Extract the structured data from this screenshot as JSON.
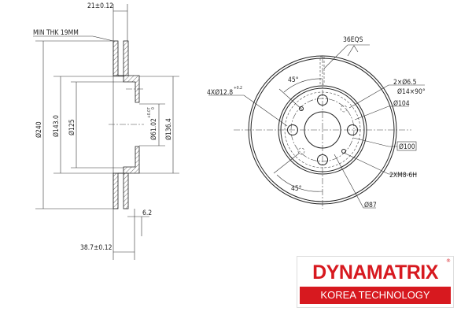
{
  "side_view": {
    "thickness": "21±0.12",
    "min_thickness": "MIN THK 19MM",
    "outer_diameter": "Ø240",
    "d143": "Ø143.0",
    "d125": "Ø125",
    "center_bore": "Ø61.02",
    "center_bore_tol": "+0.07",
    "center_bore_tol2": "0",
    "hat_diameter": "Ø136.4",
    "hat_thickness": "6.2",
    "overall_height": "38.7±0.12"
  },
  "front_view": {
    "vents": "36EQS",
    "angle_top": "45°",
    "angle_bottom": "45°",
    "bolt_holes": "4XØ12.8",
    "bolt_holes_tol": "+0.2",
    "bolt_holes_tol2": "0",
    "small_holes": "2×Ø6.5",
    "countersink": "Ø14×90°",
    "d104": "Ø104",
    "pcd": "Ø100",
    "threads": "2XM8-6H",
    "d87": "Ø87"
  },
  "logo": {
    "brand": "DYNAMATRIX",
    "registered": "®",
    "tagline": "KOREA TECHNOLOGY",
    "color": "#d7191f"
  }
}
